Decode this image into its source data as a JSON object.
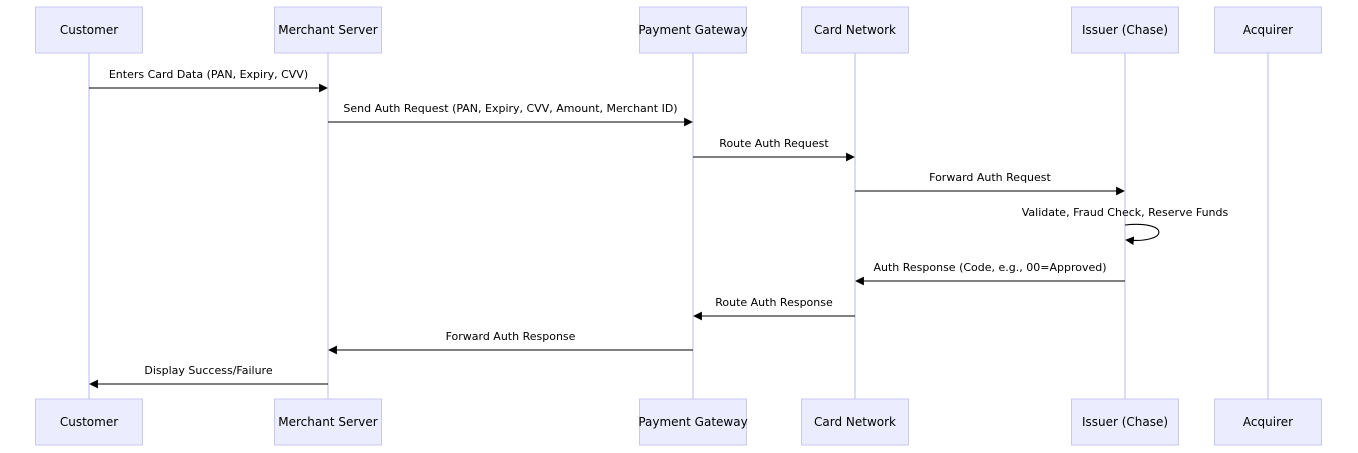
{
  "diagram": {
    "type": "sequence",
    "colors": {
      "actor_fill": "#ececff",
      "actor_border": "#c9c9f0",
      "lifeline": "#c4c4ee",
      "arrow": "#000000",
      "text": "#000000"
    },
    "actors": [
      {
        "id": "customer",
        "label": "Customer"
      },
      {
        "id": "merchant",
        "label": "Merchant Server"
      },
      {
        "id": "gateway",
        "label": "Payment Gateway"
      },
      {
        "id": "network",
        "label": "Card Network"
      },
      {
        "id": "issuer",
        "label": "Issuer (Chase)"
      },
      {
        "id": "acquirer",
        "label": "Acquirer"
      }
    ],
    "messages": [
      {
        "from": "customer",
        "to": "merchant",
        "label": "Enters Card Data (PAN, Expiry, CVV)"
      },
      {
        "from": "merchant",
        "to": "gateway",
        "label": "Send Auth Request (PAN, Expiry, CVV, Amount, Merchant ID)"
      },
      {
        "from": "gateway",
        "to": "network",
        "label": "Route Auth Request"
      },
      {
        "from": "network",
        "to": "issuer",
        "label": "Forward Auth Request"
      },
      {
        "from": "issuer",
        "to": "issuer",
        "label": "Validate, Fraud Check, Reserve Funds"
      },
      {
        "from": "issuer",
        "to": "network",
        "label": "Auth Response (Code, e.g., 00=Approved)"
      },
      {
        "from": "network",
        "to": "gateway",
        "label": "Route Auth Response"
      },
      {
        "from": "gateway",
        "to": "merchant",
        "label": "Forward Auth Response"
      },
      {
        "from": "merchant",
        "to": "customer",
        "label": "Display Success/Failure"
      }
    ]
  }
}
